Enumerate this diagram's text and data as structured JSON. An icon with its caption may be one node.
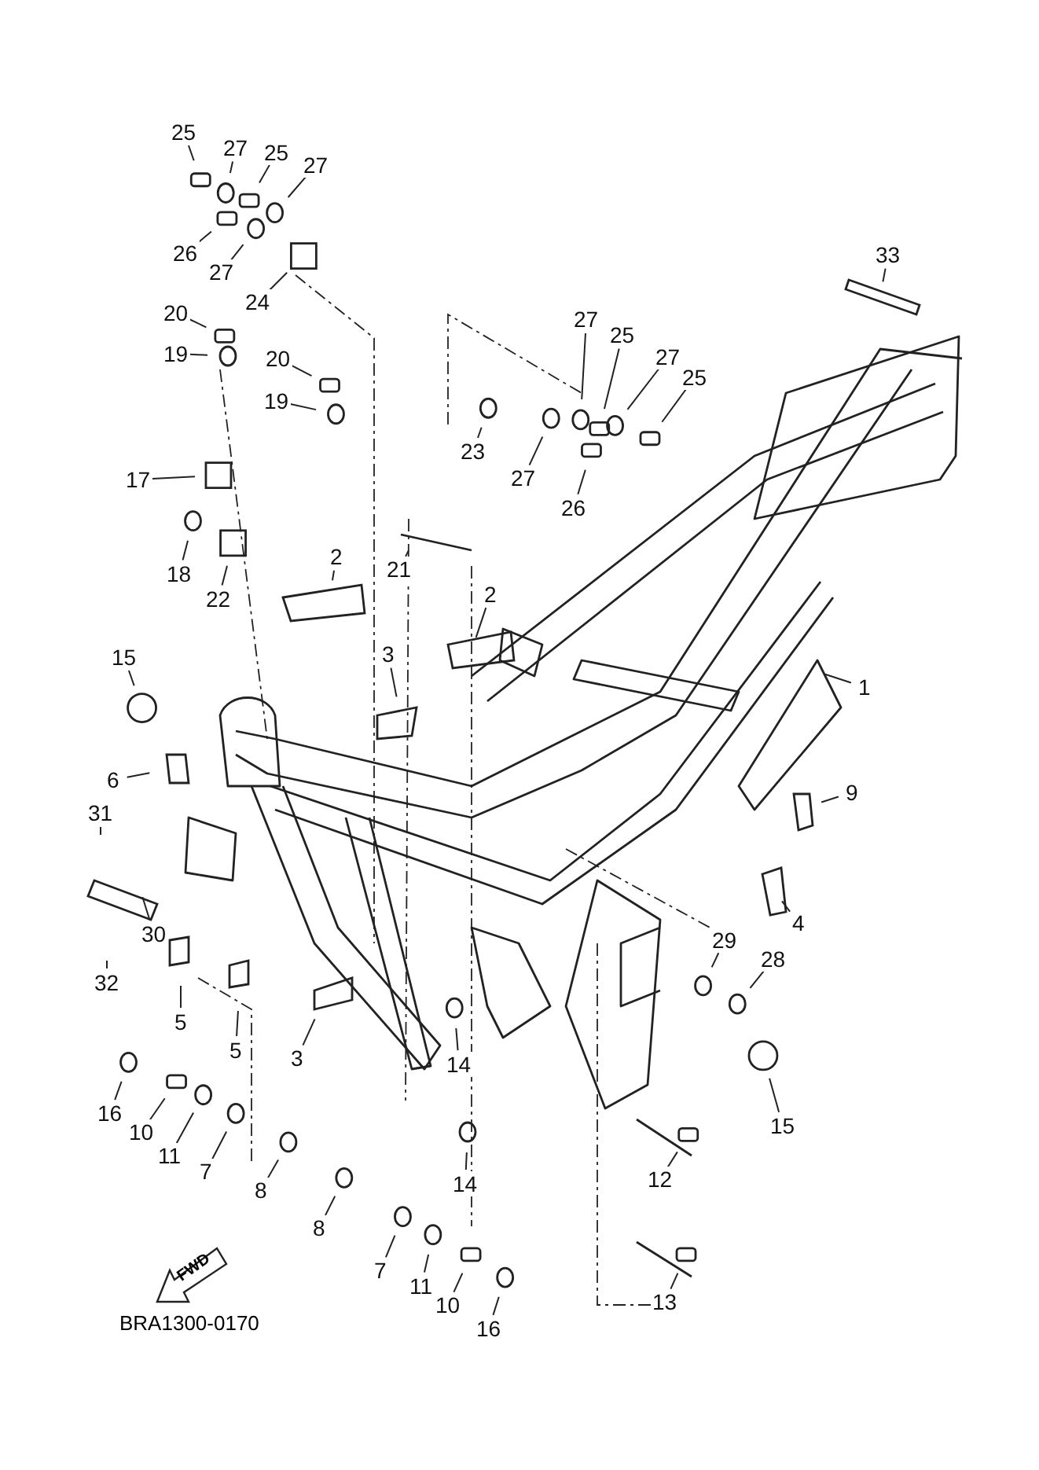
{
  "diagram": {
    "nodes": [
      {
        "text": [
          "25"
        ]
      },
      {
        "text": [
          "27"
        ]
      },
      {
        "text": [
          "25"
        ]
      },
      {
        "text": [
          "27"
        ]
      },
      {
        "text": [
          "26"
        ]
      },
      {
        "text": [
          "27"
        ]
      },
      {
        "text": [
          "24"
        ]
      },
      {
        "text": [
          "20"
        ]
      },
      {
        "text": [
          "19"
        ]
      },
      {
        "text": [
          "20"
        ]
      },
      {
        "text": [
          "19"
        ]
      },
      {
        "text": [
          "17"
        ]
      },
      {
        "text": [
          "18"
        ]
      },
      {
        "text": [
          "22"
        ]
      },
      {
        "text": [
          "2"
        ]
      },
      {
        "text": [
          "21"
        ]
      },
      {
        "text": [
          "15"
        ]
      },
      {
        "text": [
          "3"
        ]
      },
      {
        "text": [
          "2"
        ]
      },
      {
        "text": [
          "33"
        ]
      },
      {
        "text": [
          "27"
        ]
      },
      {
        "text": [
          "25"
        ]
      },
      {
        "text": [
          "27"
        ]
      },
      {
        "text": [
          "25"
        ]
      },
      {
        "text": [
          "23"
        ]
      },
      {
        "text": [
          "27"
        ]
      },
      {
        "text": [
          "26"
        ]
      },
      {
        "text": [
          "1"
        ]
      },
      {
        "text": [
          "9"
        ]
      },
      {
        "text": [
          "4"
        ]
      },
      {
        "text": [
          "29"
        ]
      },
      {
        "text": [
          "28"
        ]
      },
      {
        "text": [
          "15"
        ]
      },
      {
        "text": [
          "12"
        ]
      },
      {
        "text": [
          "13"
        ]
      },
      {
        "text": [
          "6"
        ]
      },
      {
        "text": [
          "31"
        ]
      },
      {
        "text": [
          "30"
        ]
      },
      {
        "text": [
          "32"
        ]
      },
      {
        "text": [
          "5"
        ]
      },
      {
        "text": [
          "5"
        ]
      },
      {
        "text": [
          "3"
        ]
      },
      {
        "text": [
          "14"
        ]
      },
      {
        "text": [
          "14"
        ]
      },
      {
        "text": [
          "16"
        ]
      },
      {
        "text": [
          "10"
        ]
      },
      {
        "text": [
          "11"
        ]
      },
      {
        "text": [
          "7"
        ]
      },
      {
        "text": [
          "8"
        ]
      },
      {
        "text": [
          "8"
        ]
      },
      {
        "text": [
          "7"
        ]
      },
      {
        "text": [
          "11"
        ]
      },
      {
        "text": [
          "10"
        ]
      },
      {
        "text": [
          "16"
        ]
      },
      {
        "text": [
          "FWD"
        ]
      }
    ],
    "edges": [
      {
        "from": 0,
        "to": null,
        "arrow": "none"
      },
      {
        "from": 1,
        "to": null,
        "arrow": "none"
      },
      {
        "from": 2,
        "to": null,
        "arrow": "none"
      },
      {
        "from": 3,
        "to": null,
        "arrow": "none"
      },
      {
        "from": 4,
        "to": null,
        "arrow": "none"
      },
      {
        "from": 5,
        "to": null,
        "arrow": "none"
      },
      {
        "from": 6,
        "to": null,
        "arrow": "none"
      },
      {
        "from": 7,
        "to": null,
        "arrow": "none"
      },
      {
        "from": 8,
        "to": null,
        "arrow": "none"
      },
      {
        "from": 9,
        "to": null,
        "arrow": "none"
      },
      {
        "from": 10,
        "to": null,
        "arrow": "none"
      },
      {
        "from": 11,
        "to": null,
        "arrow": "none"
      },
      {
        "from": 12,
        "to": null,
        "arrow": "none"
      },
      {
        "from": 13,
        "to": null,
        "arrow": "none"
      },
      {
        "from": 14,
        "to": null,
        "arrow": "none"
      },
      {
        "from": 15,
        "to": null,
        "arrow": "none"
      },
      {
        "from": 16,
        "to": null,
        "arrow": "none"
      },
      {
        "from": 17,
        "to": null,
        "arrow": "none"
      },
      {
        "from": 18,
        "to": null,
        "arrow": "none"
      },
      {
        "from": 19,
        "to": null,
        "arrow": "none"
      },
      {
        "from": 20,
        "to": null,
        "arrow": "none"
      },
      {
        "from": 21,
        "to": null,
        "arrow": "none"
      },
      {
        "from": 22,
        "to": null,
        "arrow": "none"
      },
      {
        "from": 23,
        "to": null,
        "arrow": "none"
      },
      {
        "from": 24,
        "to": null,
        "arrow": "none"
      },
      {
        "from": 25,
        "to": null,
        "arrow": "none"
      },
      {
        "from": 26,
        "to": null,
        "arrow": "none"
      },
      {
        "from": 27,
        "to": null,
        "arrow": "none"
      },
      {
        "from": 28,
        "to": null,
        "arrow": "none"
      },
      {
        "from": 29,
        "to": null,
        "arrow": "none"
      },
      {
        "from": 30,
        "to": null,
        "arrow": "none"
      },
      {
        "from": 31,
        "to": null,
        "arrow": "none"
      },
      {
        "from": 32,
        "to": null,
        "arrow": "none"
      },
      {
        "from": 33,
        "to": null,
        "arrow": "none"
      },
      {
        "from": 34,
        "to": null,
        "arrow": "none"
      },
      {
        "from": 35,
        "to": null,
        "arrow": "none"
      },
      {
        "from": 36,
        "to": null,
        "arrow": "none"
      },
      {
        "from": 37,
        "to": null,
        "arrow": "none"
      },
      {
        "from": 38,
        "to": null,
        "arrow": "none"
      },
      {
        "from": 39,
        "to": null,
        "arrow": "none"
      },
      {
        "from": 40,
        "to": null,
        "arrow": "none"
      },
      {
        "from": 41,
        "to": null,
        "arrow": "none"
      },
      {
        "from": 42,
        "to": null,
        "arrow": "none"
      },
      {
        "from": 43,
        "to": null,
        "arrow": "none"
      },
      {
        "from": 44,
        "to": null,
        "arrow": "none"
      },
      {
        "from": 45,
        "to": null,
        "arrow": "none"
      },
      {
        "from": 46,
        "to": null,
        "arrow": "none"
      },
      {
        "from": 47,
        "to": null,
        "arrow": "none"
      },
      {
        "from": 48,
        "to": null,
        "arrow": "none"
      },
      {
        "from": 49,
        "to": null,
        "arrow": "none"
      },
      {
        "from": 50,
        "to": null,
        "arrow": "none"
      },
      {
        "from": 51,
        "to": null,
        "arrow": "none"
      },
      {
        "from": 52,
        "to": null,
        "arrow": "none"
      },
      {
        "from": 53,
        "to": null,
        "arrow": "none"
      }
    ],
    "labels": [
      "BRA1300-0170"
    ]
  }
}
